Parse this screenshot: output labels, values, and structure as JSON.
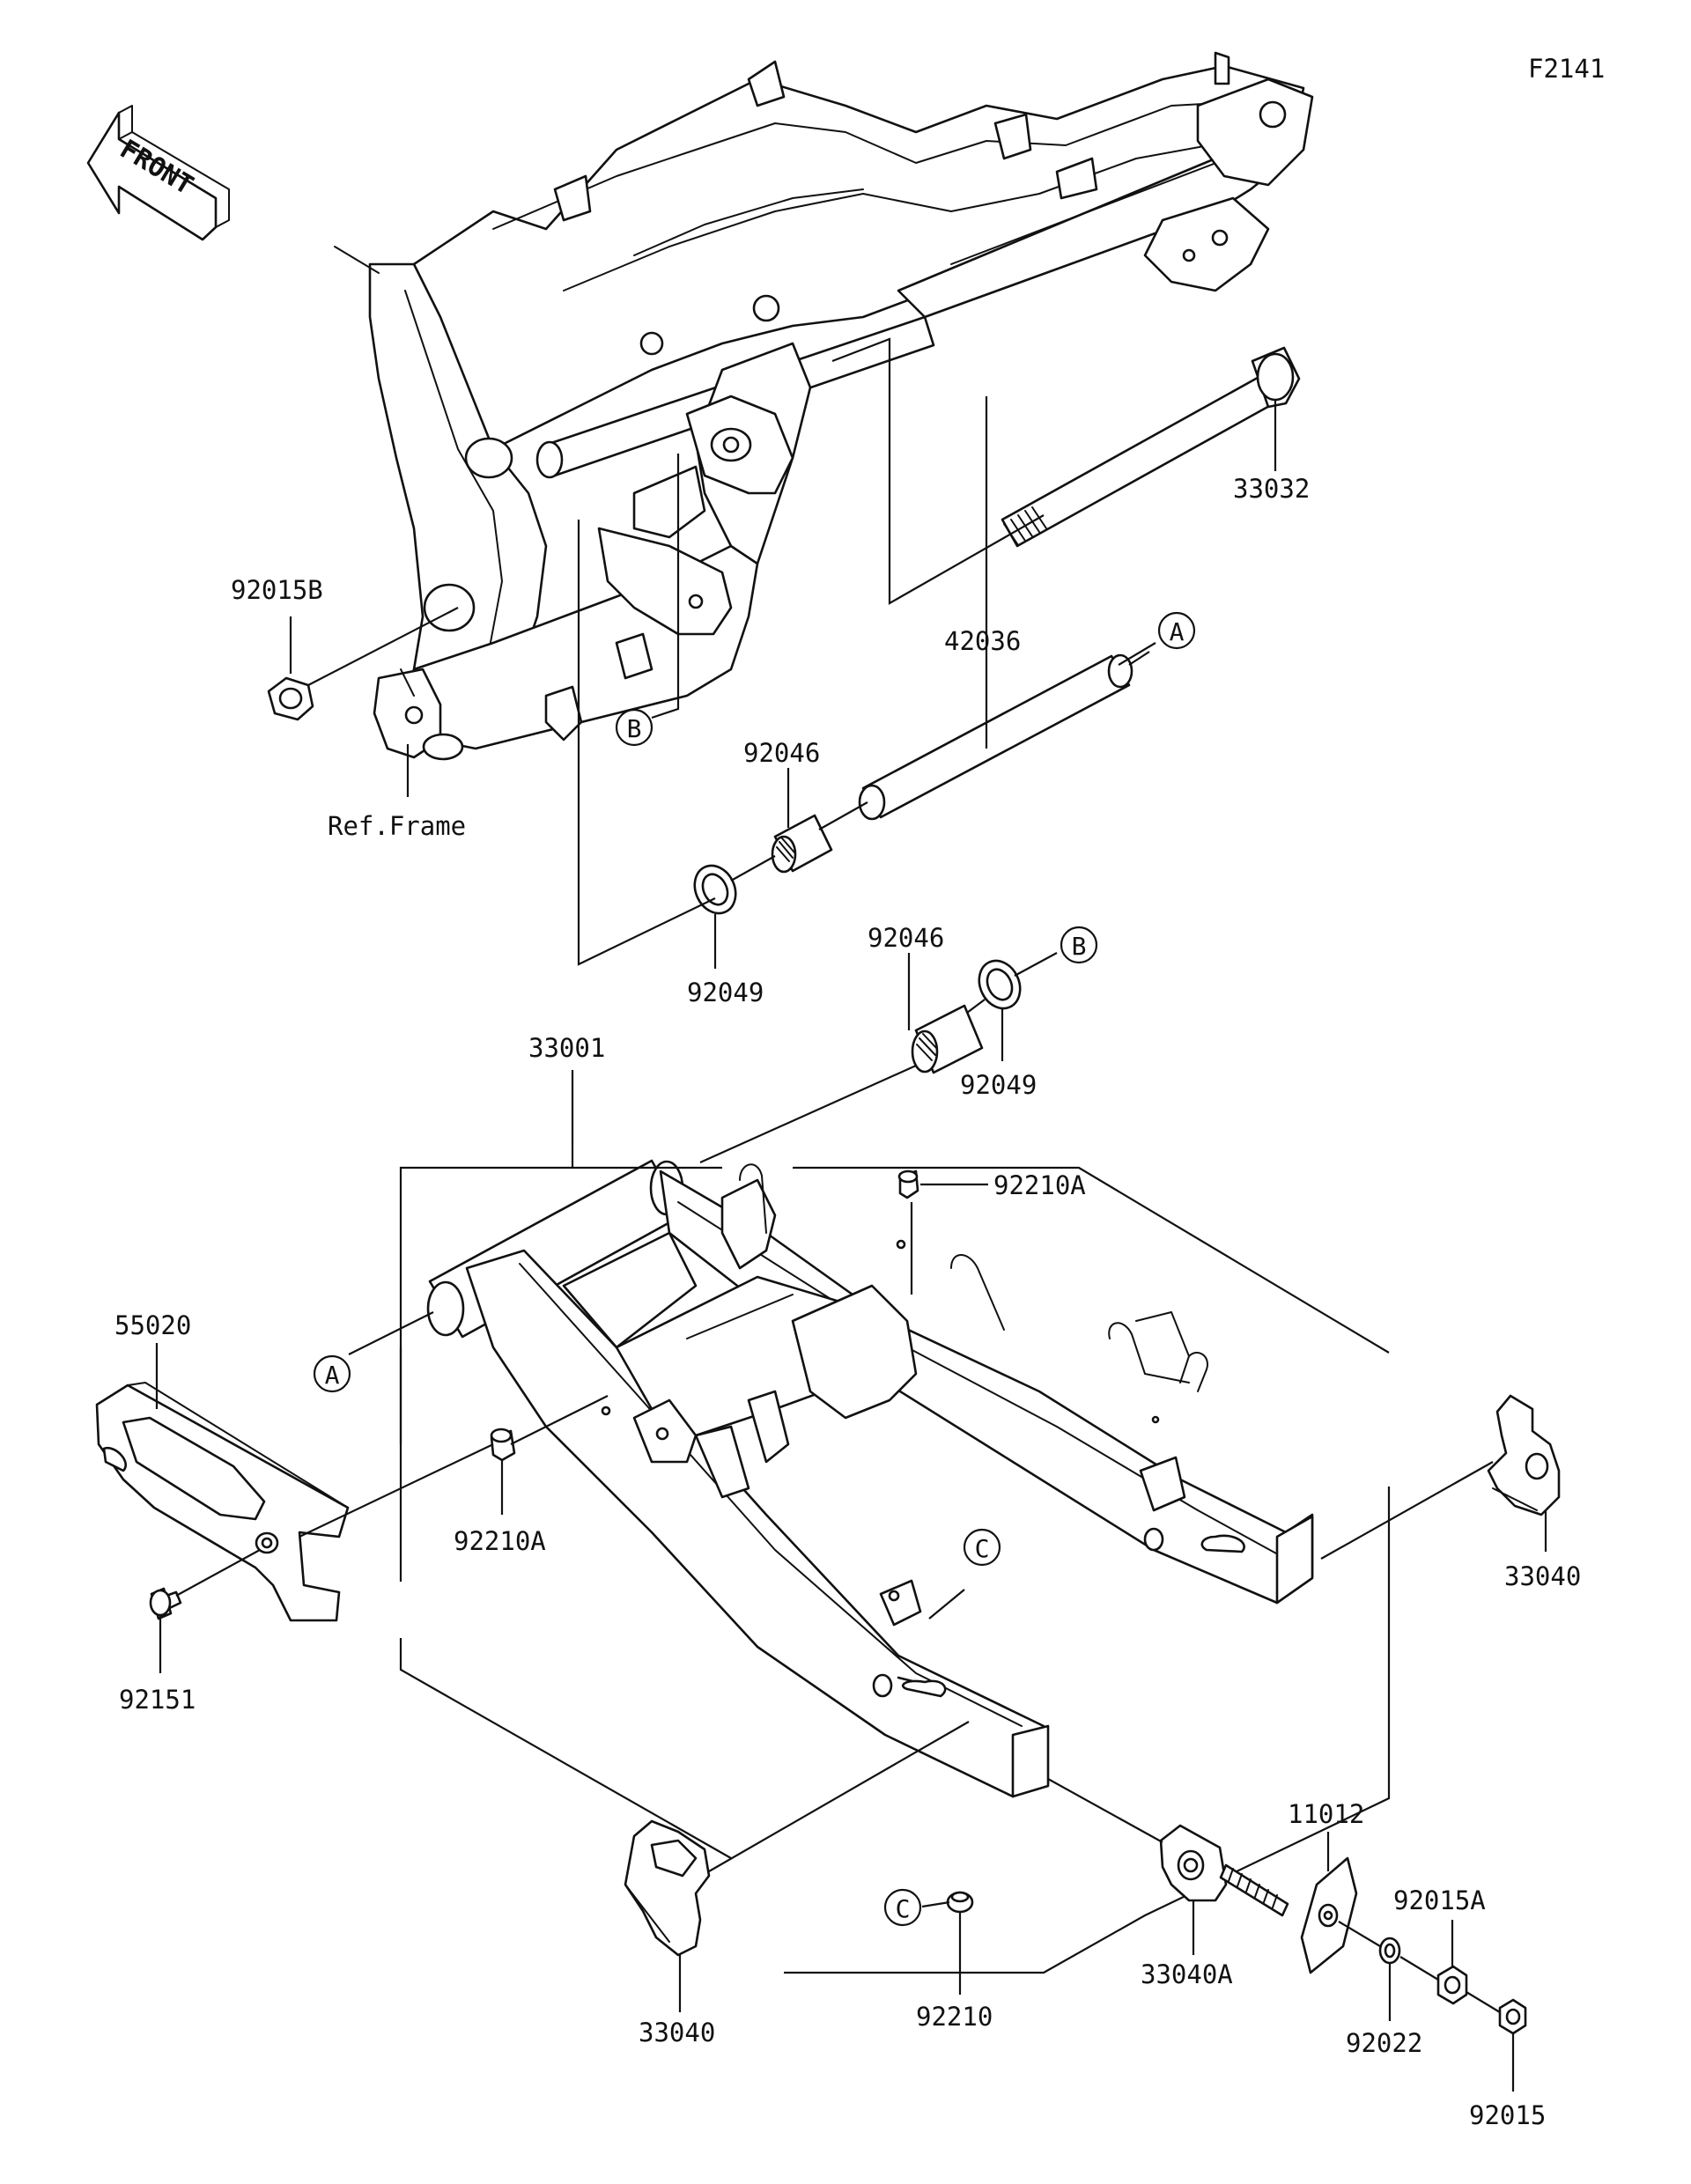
{
  "diagram": {
    "figure_id": "F2141",
    "front_arrow_label": "FRONT",
    "reference_label": "Ref.Frame",
    "parts": {
      "p33032": "33032",
      "p92015B": "92015B",
      "p42036": "42036",
      "p92046_upper": "92046",
      "p92049_upper": "92049",
      "p92046_lower": "92046",
      "p92049_lower": "92049",
      "p33001": "33001",
      "p92210A_top": "92210A",
      "p55020": "55020",
      "p92210A_left": "92210A",
      "p92151": "92151",
      "p33040_right": "33040",
      "p33040_left": "33040",
      "p92210": "92210",
      "p33040A": "33040A",
      "p11012": "11012",
      "p92015A": "92015A",
      "p92022": "92022",
      "p92015": "92015"
    },
    "callouts": {
      "a1": "A",
      "a2": "A",
      "b1": "B",
      "b2": "B",
      "c1": "C",
      "c2": "C"
    }
  }
}
